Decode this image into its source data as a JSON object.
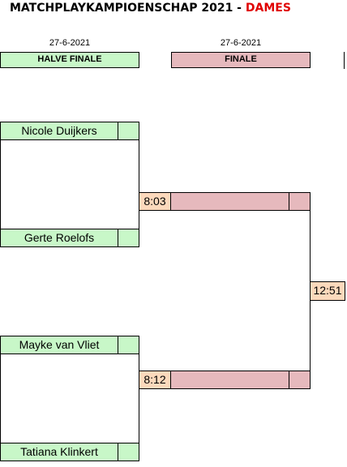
{
  "title": {
    "main": "MATCHPLAYKAMPIOENSCHAP 2021 - ",
    "accent": "DAMES"
  },
  "columns": [
    {
      "date": "27-6-2021",
      "label": "HALVE FINALE"
    },
    {
      "date": "27-6-2021",
      "label": "FINALE"
    }
  ],
  "semifinals": [
    {
      "player1": "Nicole Duijkers",
      "player2": "Gerte Roelofs",
      "time": "8:03",
      "score1": "",
      "score2": ""
    },
    {
      "player1": "Mayke van Vliet",
      "player2": "Tatiana Klinkert",
      "time": "8:12",
      "score1": "",
      "score2": ""
    }
  ],
  "final": {
    "finalist1": "",
    "finalist2": "",
    "time": "12:51"
  }
}
